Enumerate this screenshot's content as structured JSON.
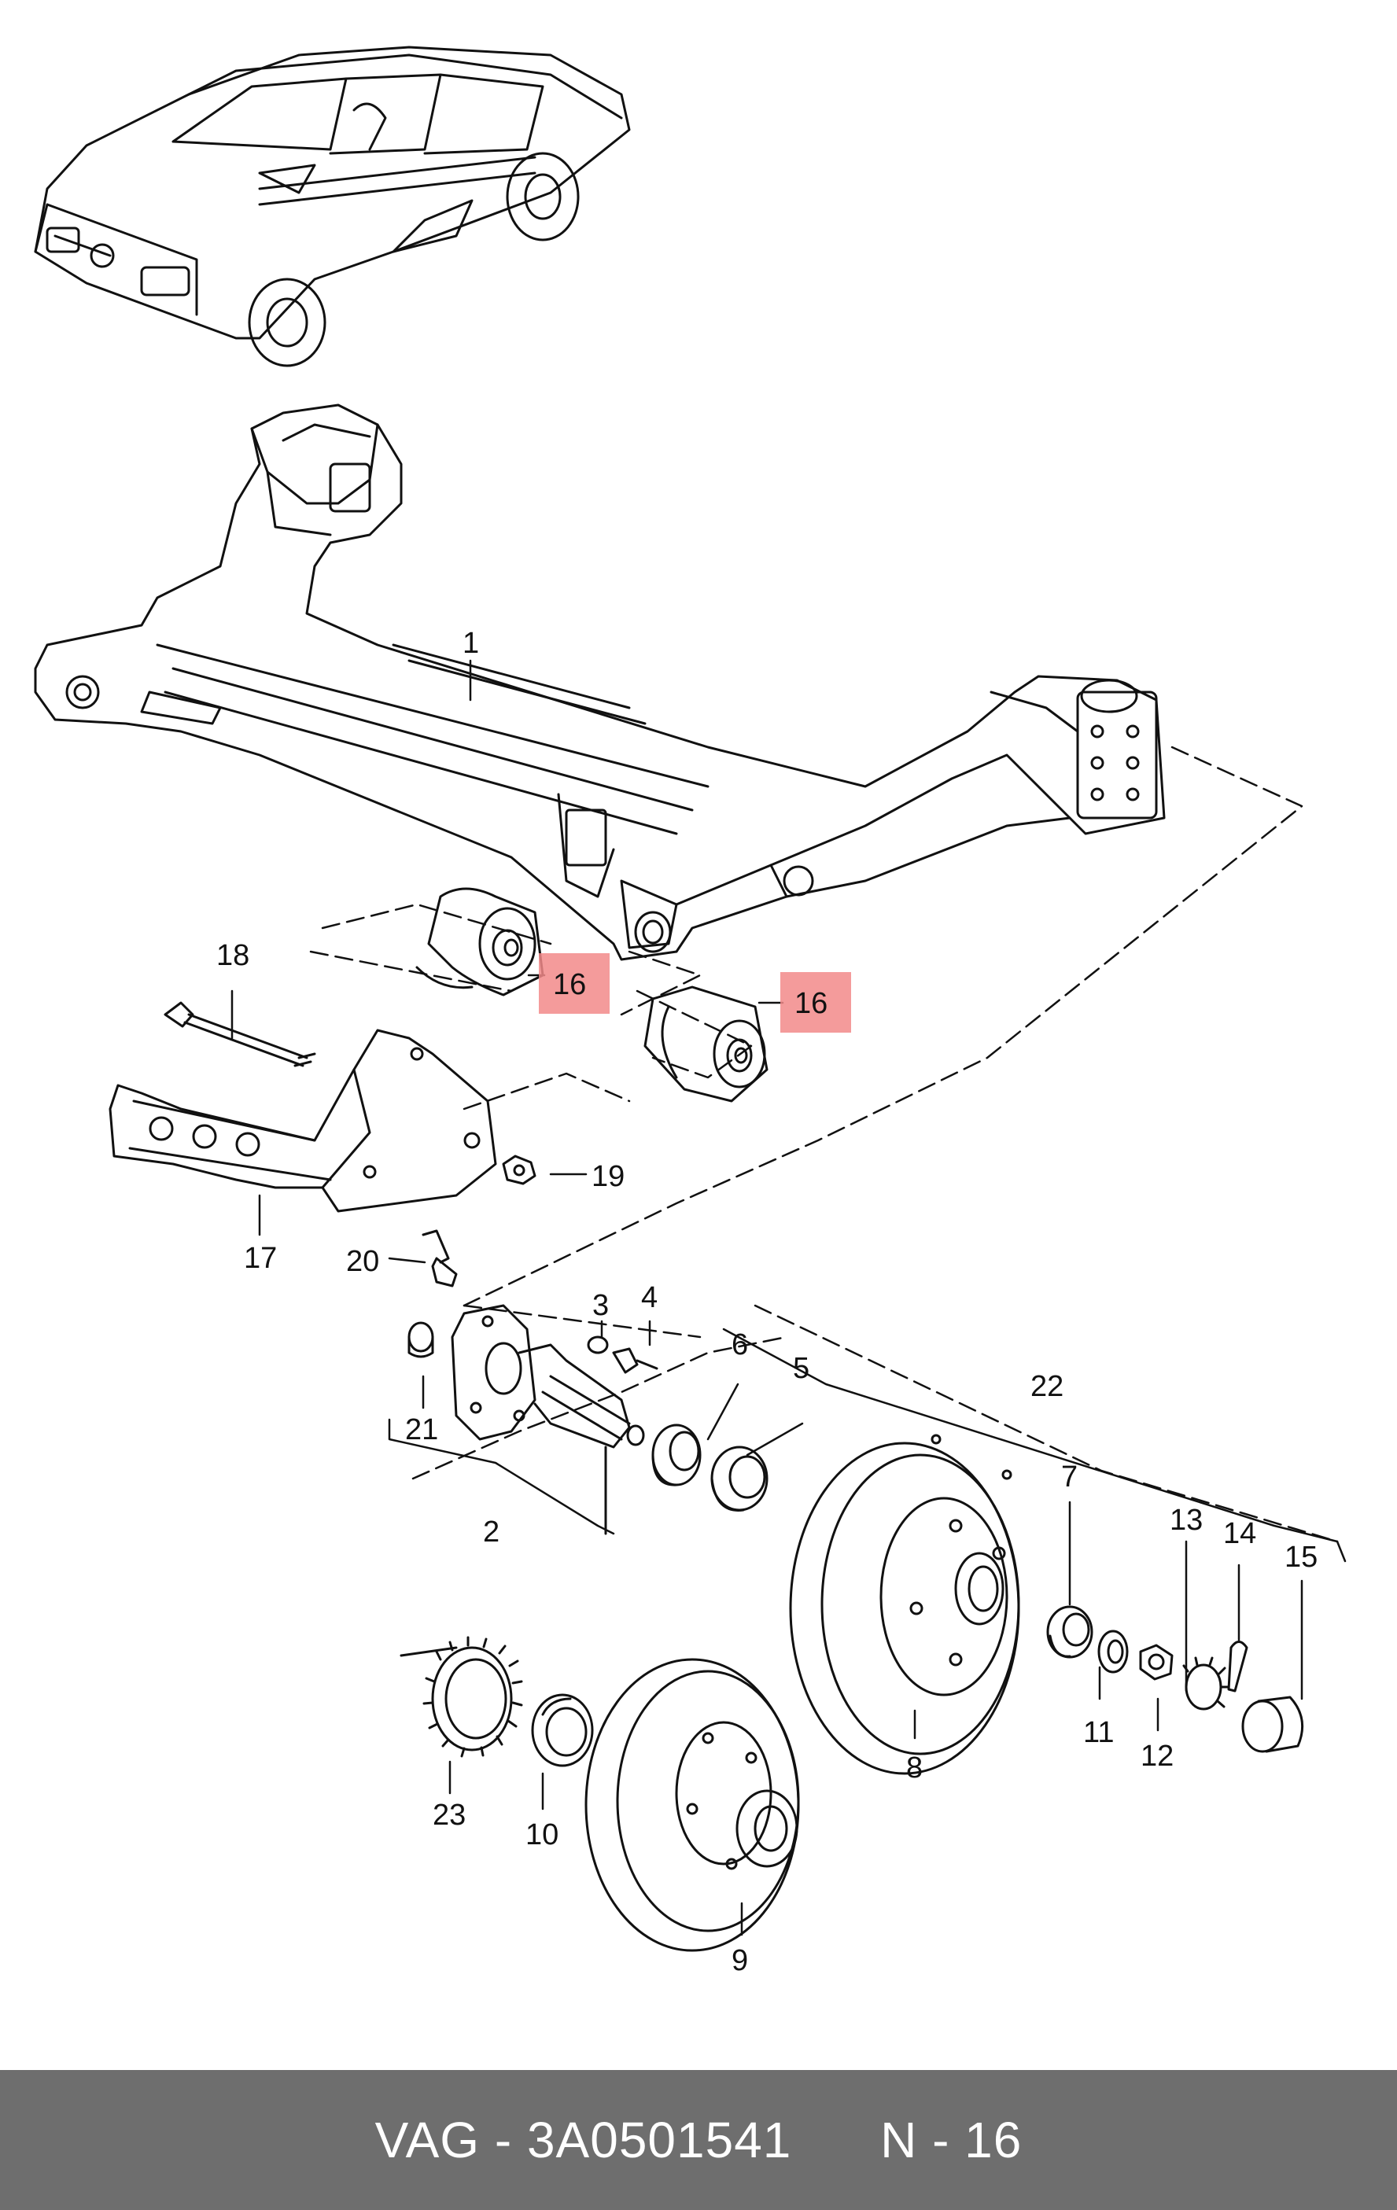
{
  "diagram": {
    "callouts": [
      "1",
      "2",
      "3",
      "4",
      "5",
      "6",
      "7",
      "8",
      "9",
      "10",
      "11",
      "12",
      "13",
      "14",
      "15",
      "16",
      "16",
      "17",
      "18",
      "19",
      "20",
      "21",
      "22",
      "23"
    ],
    "highlight_color": "#f28a8a"
  },
  "footer": {
    "brand": "VAG",
    "part_number": "3A0501541",
    "position": "N - 16",
    "background": "#6e6e6e"
  }
}
